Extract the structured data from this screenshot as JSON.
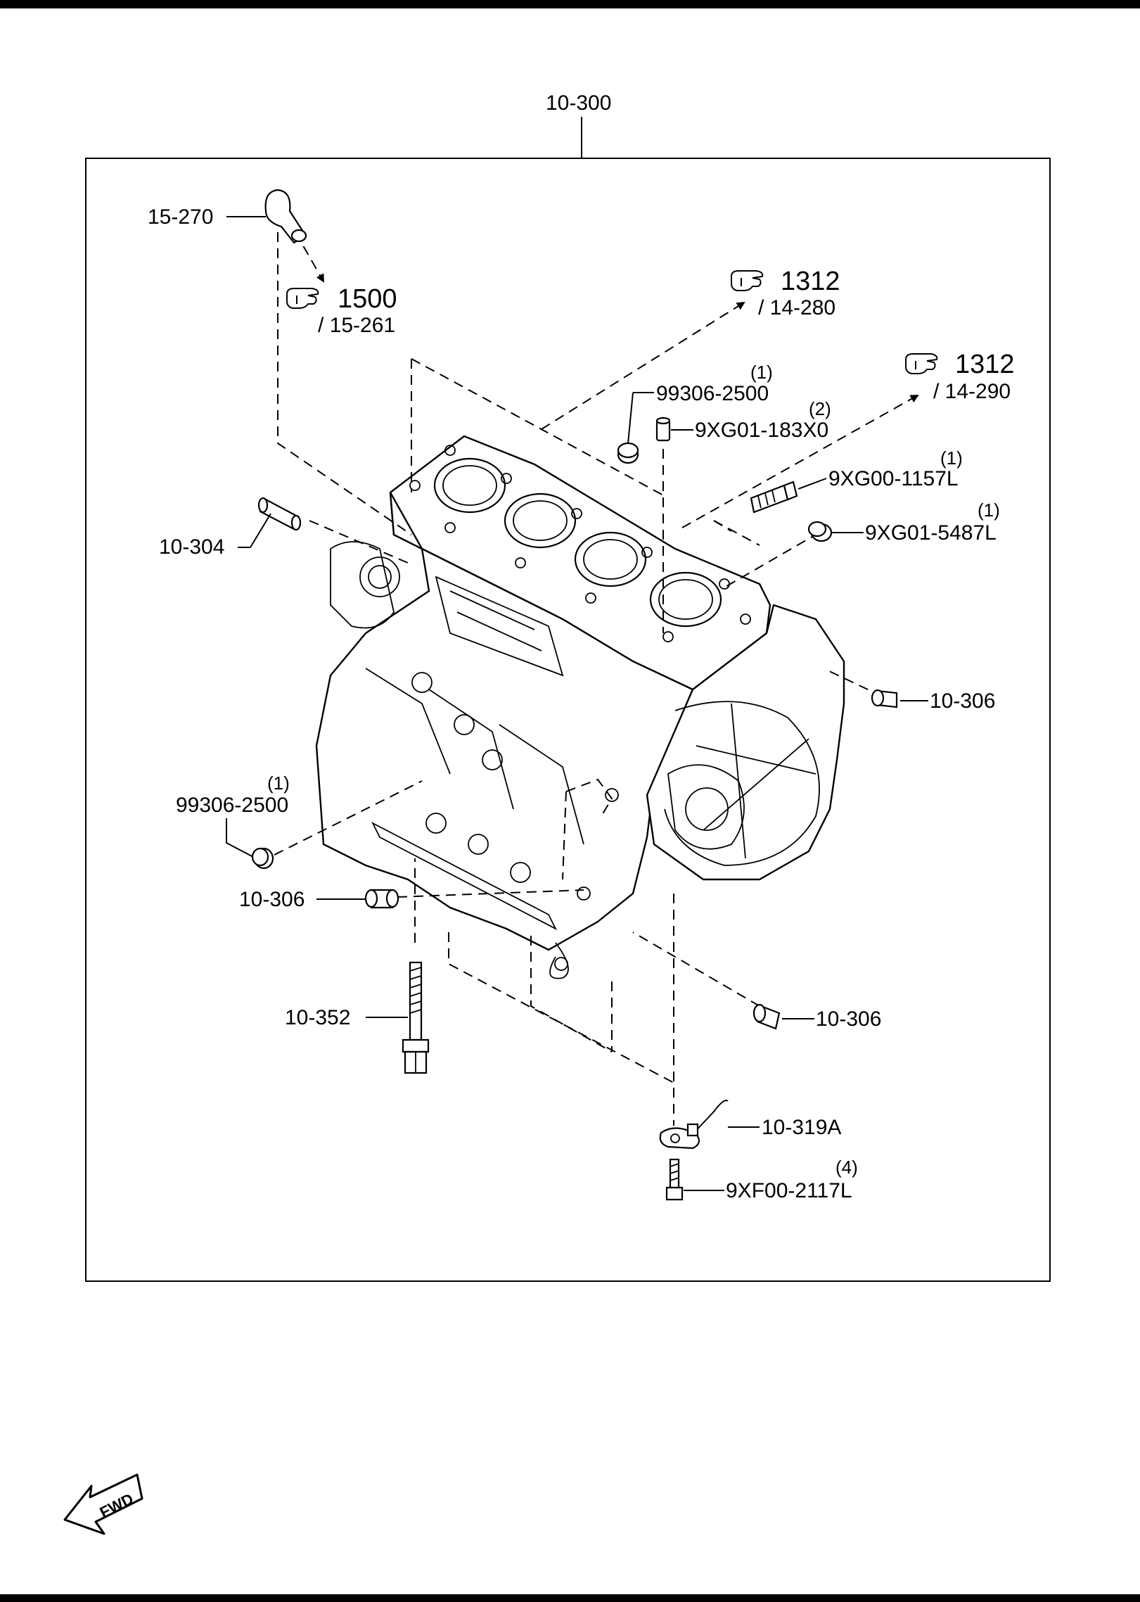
{
  "diagram": {
    "assembly_label": "10-300",
    "parts": [
      {
        "part_no": "15-270"
      },
      {
        "part_no": "10-304"
      },
      {
        "part_no": "99306-2500",
        "qty": "(1)"
      },
      {
        "part_no": "9XG01-183X0",
        "qty": "(2)"
      },
      {
        "part_no": "9XG00-1157L",
        "qty": "(1)"
      },
      {
        "part_no": "9XG01-5487L",
        "qty": "(1)"
      },
      {
        "part_no": "10-306"
      },
      {
        "part_no": "99306-2500",
        "qty": "(1)"
      },
      {
        "part_no": "10-306"
      },
      {
        "part_no": "10-352"
      },
      {
        "part_no": "10-306"
      },
      {
        "part_no": "10-319A"
      },
      {
        "part_no": "9XF00-2117L",
        "qty": "(4)"
      }
    ],
    "references": [
      {
        "group": "1500",
        "ref": "/ 15-261",
        "icon": "pointing-hand-icon"
      },
      {
        "group": "1312",
        "ref": "/ 14-280",
        "icon": "pointing-hand-icon"
      },
      {
        "group": "1312",
        "ref": "/ 14-290",
        "icon": "pointing-hand-icon"
      }
    ],
    "fwd_label": "FWD"
  }
}
